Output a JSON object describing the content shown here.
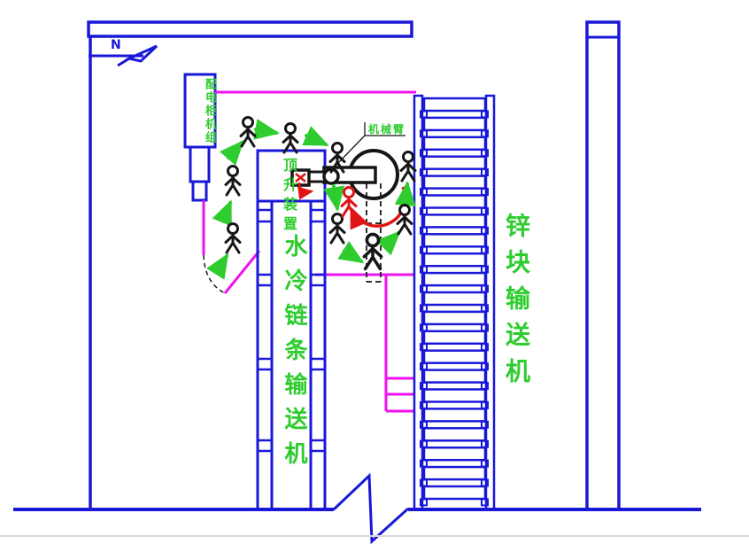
{
  "title": "workshop-layout-plan",
  "colors": {
    "blue": "#1a18d8",
    "magenta": "#ee12ee",
    "green": "#2ecc2e",
    "red": "#e01414",
    "black": "#161616",
    "gray": "#d9d9d9"
  },
  "labels": {
    "north": "N",
    "power_cabinet": "配电柜机组",
    "jacking_device": "顶升装置",
    "robot_arm": "机械臂",
    "chain_conveyor": "水冷链条输送机",
    "zinc_conveyor": "锌块输送机"
  },
  "conveyors": {
    "zinc_slat_count": 21,
    "zinc_tab_count": 21,
    "chain_rail_tick_rows": [
      237,
      250,
      310,
      322,
      405,
      417,
      497,
      509
    ]
  },
  "workers": {
    "black_count": 9,
    "red_count": 1
  }
}
